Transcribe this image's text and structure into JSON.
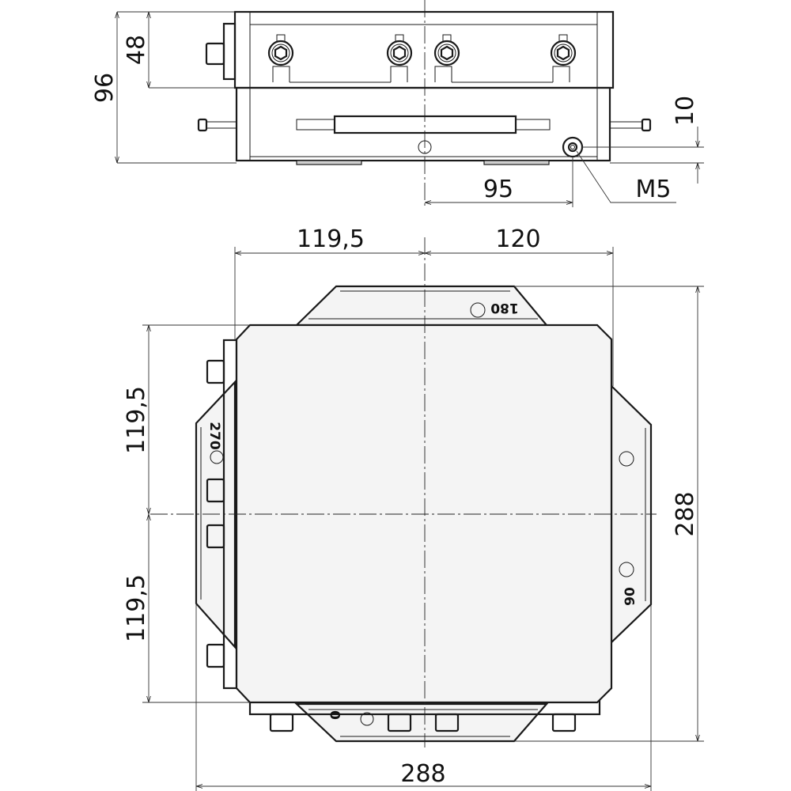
{
  "dimensions": {
    "side_height_total": "96",
    "side_height_top": "48",
    "side_bottom_offset": "10",
    "side_hole_offset": "95",
    "thread_callout": "M5",
    "top_left_half": "119,5",
    "top_right_half": "120",
    "left_upper_half": "119,5",
    "left_lower_half": "119,5",
    "overall_height": "288",
    "overall_width": "288"
  },
  "markings": {
    "angle_0": "0",
    "angle_90": "90",
    "angle_180": "180",
    "angle_270": "270"
  }
}
